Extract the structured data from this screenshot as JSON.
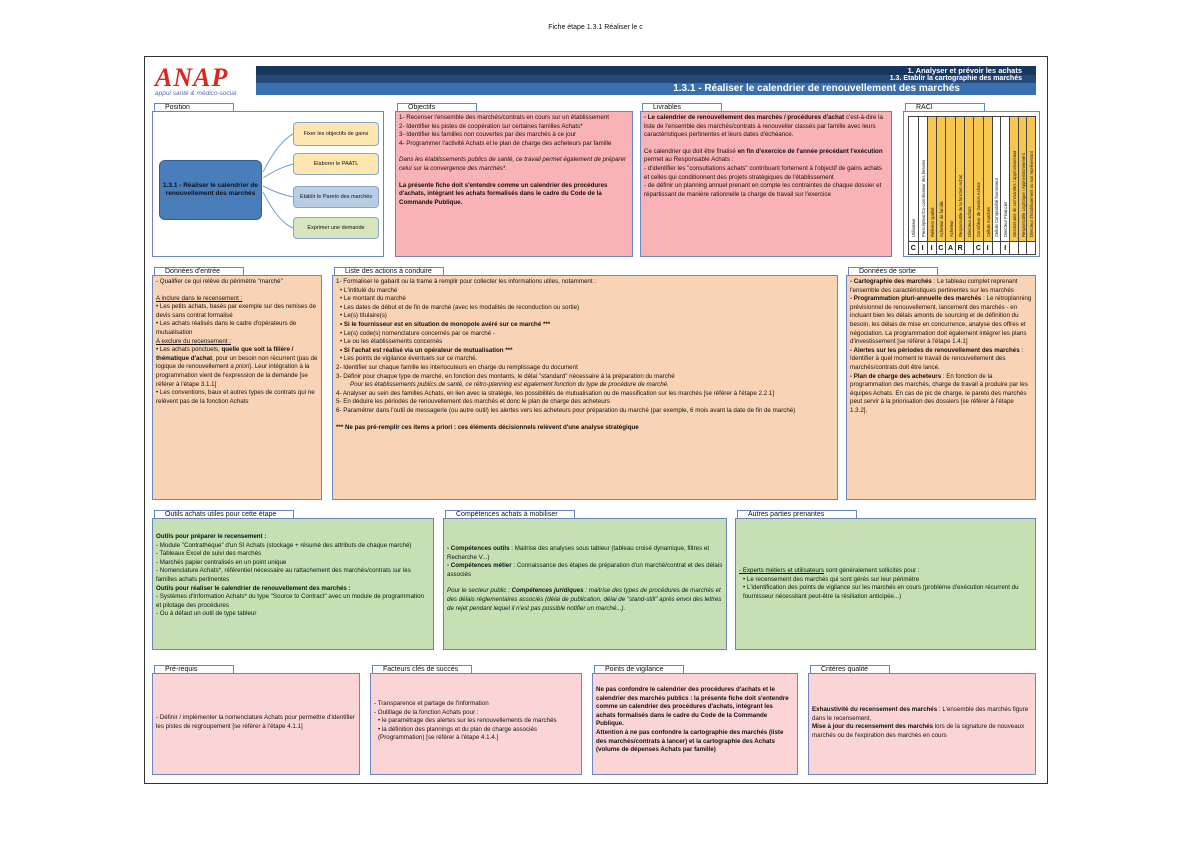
{
  "page_title": "Fiche étape 1.3.1 Réaliser le c",
  "logo": {
    "mark": "ANAP",
    "tag": "appui santé & médico-social"
  },
  "header": {
    "line1": "1. Analyser et prévoir les achats",
    "line2": "1.3. Etablir la cartographie des marchés",
    "line3": "1.3.1 - Réaliser le calendrier de renouvellement des marchés"
  },
  "sections": {
    "position": "Position",
    "objectifs": "Objectifs",
    "livrables": "Livrables",
    "raci": "RACI",
    "entree": "Données d'entrée",
    "actions": "Liste des actions à conduire",
    "sortie": "Données de sortie",
    "outils": "Outils achats utiles pour cette étape",
    "competences": "Compétences achats à mobiliser",
    "parties": "Autres parties prenantes",
    "prerequis": "Pré-requis",
    "facteurs": "Facteurs clés de succès",
    "vigilance": "Points de vigilance",
    "criteres": "Critères qualité"
  },
  "position": {
    "main": "1.3.1 - Réaliser le calendrier de renouvellement des marchés",
    "n1": "Fixer les objectifs de gains",
    "n2": "Elaborer le PAATL",
    "n3": "Etablir le Pareto des marchés",
    "n4": "Exprimer une demande"
  },
  "objectifs": {
    "l1": "1- Recenser l'ensemble des marchés/contrats en cours sur un établissement",
    "l2": "2- Identifier les pistes de coopération sur certaines familles Achats*",
    "l3": "3- Identifier les familles non couvertes par des marchés à ce jour",
    "l4": "4- Programmer l'activité Achats et le plan de charge des acheteurs par famille",
    "l5": "Dans les établissements publics de santé, ce travail permet également de préparer celui sur la convergence des marchés*.",
    "l6": "La présente fiche doit s'entendre comme un calendrier des procédures d'achats, intégrant les achats formalisés dans le cadre du Code de la Commande Publique."
  },
  "livrables": {
    "l1b": "- Le calendrier de renouvellement des marchés / procédures d'achat",
    "l1": " c'est-à-dire la liste de l'ensemble des marchés/contrats à renouveller classés par famille avec leurs caractéristiques pertinentes et leurs dates d'échéance.",
    "l2a": "Ce calendrier qui doit être finalisé ",
    "l2b": "en fin d'exercice de l'année précédant l'exécution",
    "l2c": " permet au Responsable Achats :",
    "l3": "- d'identifier les \"consultations achats\" contribuant fortement à l'objectif de gains achats et celles qui conditionnent des projets stratégiques de l'établissement",
    "l4": "- de définir un planning annuel prenant en compte les contraintes de chaque dossier et répartissant de manière rationnelle la charge de travail sur l'exercice"
  },
  "raci": {
    "roles": [
      "Utilisateur",
      "Prescripteur/Co-coordinateur des besoins",
      "Référent qualité",
      "Acheteur de famille",
      "Acheteur",
      "Responsable de la fonction Achat",
      "Directeur achats",
      "Contrôleur de Gestion Achats",
      "Cellule marchés",
      "Cellule Comptabilité fournisseur",
      "Directeur Financier",
      "Gestionnaire de commandes / approvisionneur",
      "Responsable Logistique / Approvisionnement",
      "Directeur d'Etablissement ou son représentant"
    ],
    "codes": [
      "C",
      "I",
      "I",
      "C",
      "A",
      "R",
      "",
      "C",
      "I",
      "",
      "I",
      "",
      "",
      ""
    ],
    "colors": [
      "#fff",
      "#fff",
      "#f7c64e",
      "#f7c64e",
      "#f7c64e",
      "#f7c64e",
      "#f7c64e",
      "#f7c64e",
      "#f7c64e",
      "#fff",
      "#fff",
      "#f7c64e",
      "#f7c64e",
      "#f7c64e"
    ]
  },
  "entree": {
    "l1": "- Qualifier ce qui relève du périmètre \"marché\"",
    "l2": "A inclure dans le recensement :",
    "l3": "• Les petits achats, basés par exemple sur des remises de devis sans contrat formalisé",
    "l4": "• Les achats réalisés dans le cadre d'opérateurs de mutualisation",
    "l5": "A exclure du recensement :",
    "l6a": "• Les achats ponctuels, ",
    "l6b": "quelle que soit la filière / thématique d'achat",
    "l6c": ", pour un besoin non récurrent (pas de logique de renouvellement ",
    "l6d": "a priori",
    "l6e": "). Leur intégration à la programmation vient de l'expression de la demande [se référer à l'étape 3.1.1]",
    "l7": "• Les conventions, baux et autres types de contrats qui ne relèvent pas de la fonction Achats"
  },
  "actions": {
    "l1": "1- Formaliser le gabarit ou la trame à remplir pour collecter les informations utiles, notamment :",
    "a1": "• L'intitulé du marché",
    "a2": "• Le montant du marché",
    "a3": "• Les dates de début et de fin de marché (avec les modalités de reconduction ou sortie)",
    "a4": "• Le(s) titulaire(s)",
    "a5": "• Si le fournisseur est en situation de monopole avéré sur ce marché ***",
    "a6": "• Le(s) code(s) nomenclature concernés par ce marché -",
    "a7": "• Le ou les établissements concernés",
    "a8": "• Si l'achat est réalisé via un opérateur de mutualisation ***",
    "a9": "• Les points de vigilance éventuels sur ce marché.",
    "l2": "2- Identifier sur chaque famille les interlocuteurs en charge du remplissage du document",
    "l3": "3- Définir pour chaque type de marché, en fonction des montants, le délai \"standard\" nécessaire à la préparation du marché",
    "l3i": "Pour les établissements publics de santé, ce rétro-planning est également fonction du type de procédure de marché.",
    "l4": "4- Analyser au sein des familles Achats, en lien avec la stratégie, les possibilités de mutualisation ou de massification sur les marchés [se référer à l'étape 2.2.1]",
    "l5": "5- En déduire les périodes de renouvellement des marchés et donc le plan de charge des acheteurs",
    "l6": "6- Paramétrer dans l'outil de messagerie (ou autre outil) les alertes vers les acheteurs pour préparation du marché (par exemple, 6 mois avant la date de fin de marché)",
    "l7": "*** Ne pas pré-remplir ces items a priori : ces éléments décisionnels relèvent d'une analyse stratégique"
  },
  "sortie": {
    "l1a": "- Cartographie des marchés",
    "l1b": " : Le tableau complet reprenant l'ensemble des caractéristiques pertinentes sur les marchés",
    "l2a": "- Programmation pluri-annuelle des marchés",
    "l2b": " : Le rétroplanning prévisionnel de renouvellement, lancement des marchés - en incluant bien les délais amonts de sourcing et de définition du besoin, les délais de mise en concurrence, analyse des offres et négociation. La programmation doit également intégrer les plans d'investissement [se référer à l'étape 1.4.1]",
    "l3a": "- Alertes sur les périodes de renouvellement des marchés",
    "l3b": " : Identifier à quel moment le travail de renouvellement des marchés/contrats doit être lancé.",
    "l4a": "- Plan de charge des acheteurs",
    "l4b": " : En fonction de la programmation des marchés, charge de travail à produire par les équipes Achats. En cas de pic de charge, le pareto des marchés peut servir à la priorisation des dossiers [se référer à l'étape 1.3.2]."
  },
  "outils": {
    "l1": "Outils pour préparer le recensement :",
    "l2": "- Module \"Contrathèque\" d'un SI Achats (stockage + résumé des attributs de chaque marché)",
    "l3": "- Tableaux Excel de suivi des marchés",
    "l4": "- Marchés papier centralisés en un point unique",
    "l5": "- Nomenclature Achats*, référentiel nécessaire au rattachement des marchés/contrats sur les familles achats pertinentes",
    "l6": "Outils pour réaliser le calendrier de renouvellement des marchés :",
    "l7": "- Systèmes d'Information Achats* du type \"Source to Contract\" avec un module de programmation et pilotage des procédures",
    "l8": "- Ou à défaut un outil de type tableur"
  },
  "competences": {
    "l1a": "- Compétences outils",
    "l1b": " : Maitrise des analyses sous tableur (tableau croisé dynamique, filtres et Recherche V...)",
    "l2a": "- Compétences métier",
    "l2b": " : Connaissance des étapes de préparation d'un marché/contrat et des délais associés",
    "l3a": "Pour le secteur public : ",
    "l3b": "Compétences juridiques",
    "l3c": " : maitrise des types de procédures de marchés et des délais réglementaires associés (délai de publication, délai de \"stand-still\" après envoi des lettres de rejet pendant lequel il n'est pas possible notifier un marché...)."
  },
  "parties": {
    "l1a": "- Experts métiers et utilisateurs",
    "l1b": " sont généralement sollicités pour :",
    "l2": "• Le recensement des marchés qui sont gérés sur leur périmètre",
    "l3": "• L'identification des points de vigilance sur les marchés en cours (problème d'exécution récurrent du fournisseur nécessitant peut-être la résiliation anticipée...)"
  },
  "prerequis": {
    "l1": "- Définir / implémenter la nomenclature Achats pour permettre d'identifier les pistes de regroupement  [se référer à l'étape 4.1.1]"
  },
  "facteurs": {
    "l1": "- Transparence et partage de l'information",
    "l2": "- Outillage de la fonction Achats pour :",
    "l3": "• le paramétrage des alertes sur les renouvellements de marchés",
    "l4": "• la définition des plannings et du plan de charge associés (Programmation) [se référer à l'étape 4.1.4.]"
  },
  "vigilance": {
    "l1": "Ne pas confondre le calendrier des procédures d'achats et le calendrier des marchés publics : la présente fiche doit s'entendre comme un calendrier des procédures d'achats, intégrant les achats formalisés dans le cadre du Code de la Commande Publique.",
    "l2": "Attention à ne pas confondre la cartographie des marchés (liste des marchés/contrats à lancer) et la cartographie des Achats (volume de dépenses Achats par famille)"
  },
  "criteres": {
    "l1a": "Exhaustivité du recensement des marchés",
    "l1b": " : L'ensemble des marchés figure dans le recensement,",
    "l2a": "Mise à jour du recensement des marchés",
    "l2b": " lors de la signature de nouveaux marchés ou de l'expiration des marchés en cours"
  }
}
